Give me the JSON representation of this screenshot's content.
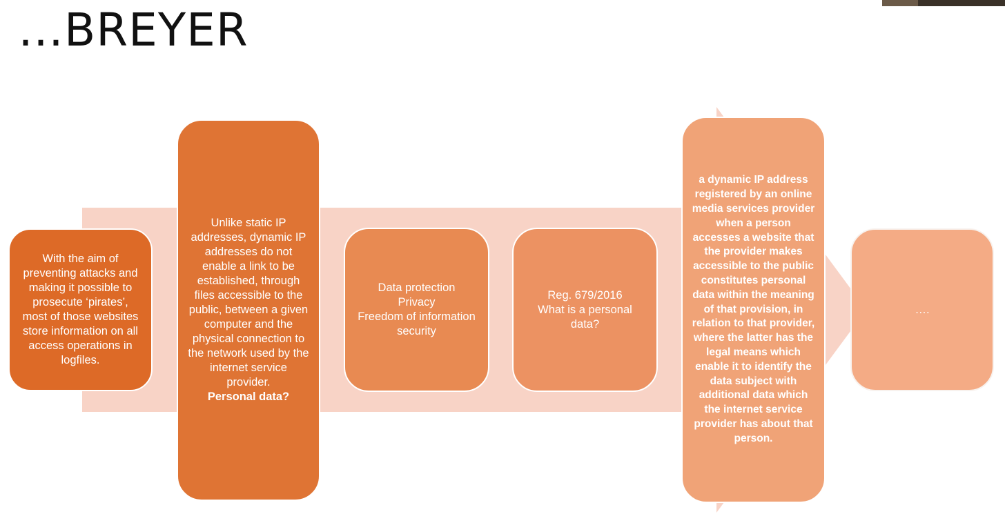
{
  "slide": {
    "title": "…BREYER"
  },
  "colors": {
    "arrow": "#f8d3c6",
    "box1": "#dd6a27",
    "box2": "#df7434",
    "box3": "#e88a52",
    "box4": "#ec9262",
    "box5": "#f0a377",
    "box6": "#f4ab85"
  },
  "boxes": {
    "box1": {
      "text": "With the aim of preventing attacks and making it possible to prosecute ‘pirates’, most of those websites store information on all access operations in logfiles."
    },
    "box2": {
      "text_a": "Unlike static IP addresses, dynamic IP addresses do not enable a link to be",
      "text_b": "established, through files accessible to the public, between a given computer and the physical connection to the network used by the internet service provider.",
      "question": "Personal data?"
    },
    "box3": {
      "items": [
        "Data protection",
        "Privacy",
        "Freedom of information",
        "security"
      ]
    },
    "box4": {
      "regulation": "Reg. 679/2016",
      "question": "What is a personal data?"
    },
    "box5": {
      "text": "a dynamic IP address registered by an online media services provider when a person accesses a website that the provider makes accessible to the public constitutes personal data within the meaning of that provision, in relation to that provider, where the latter has the legal means which enable it to identify the data subject with additional data which the internet service provider has about that person."
    },
    "box6": {
      "text": "…."
    }
  }
}
